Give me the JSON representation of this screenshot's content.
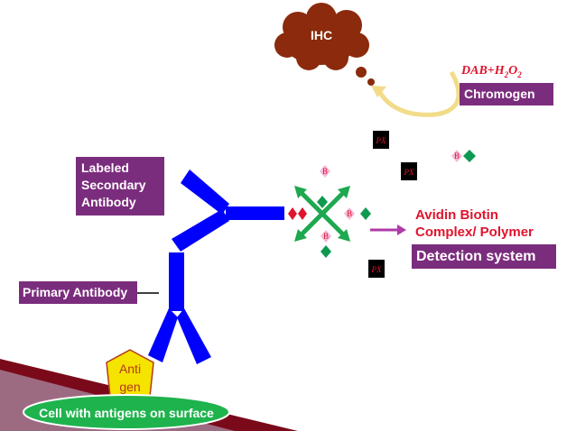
{
  "title": "IHC",
  "reagent": {
    "base": "DAB+H",
    "sub1": "2",
    "mid": "O",
    "sub2": "2"
  },
  "labels": {
    "chromogen": "Chromogen",
    "labeled_secondary": [
      "Labeled",
      "Secondary",
      "Antibody"
    ],
    "primary_antibody": "Primary Antibody",
    "avidin_biotin": [
      "Avidin Biotin",
      "Complex/ Polymer"
    ],
    "detection_system": "Detection system",
    "antigen": [
      "Anti",
      "gen"
    ],
    "cell": "Cell with antigens on surface"
  },
  "markers": {
    "biotin": "B",
    "peroxidase": "PX"
  },
  "colors": {
    "antibody": "#0000ff",
    "label_bg": "#7b2d7d",
    "cloud": "#8b2a0c",
    "curve": "#f2dc8a",
    "arrow_green": "#1ea84f",
    "diamond": "#0d9a50",
    "red_text": "#e0142c",
    "cell": "#1fb34e",
    "antigen_fill": "#f5e300"
  }
}
